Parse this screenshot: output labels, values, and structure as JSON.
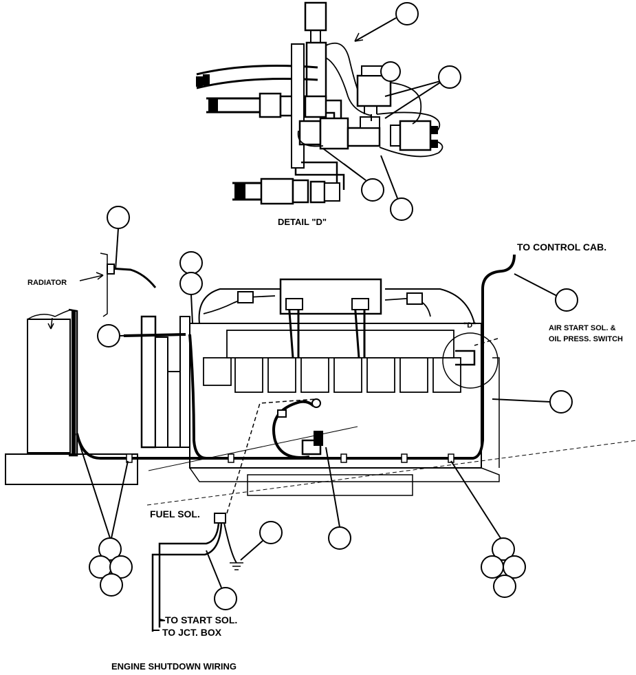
{
  "labels": {
    "detail_d": "DETAIL \"D\"",
    "to_control_cab": "TO CONTROL CAB.",
    "radiator": "RADIATOR",
    "d_marker": "\"D\"",
    "air_start_1": "AIR START SOL. &",
    "air_start_2": "OIL PRESS. SWITCH",
    "fuel_sol": "FUEL SOL.",
    "to_start_sol": "TO START SOL.",
    "to_jct_box": "TO JCT. BOX",
    "title": "ENGINE SHUTDOWN WIRING"
  },
  "colors": {
    "ink": "#000000",
    "paper": "#ffffff"
  }
}
